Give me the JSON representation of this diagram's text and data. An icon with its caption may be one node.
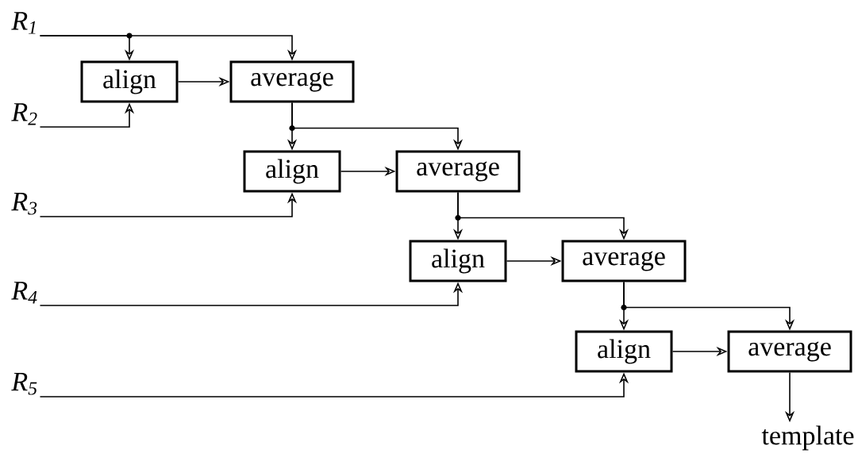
{
  "diagram": {
    "nodes": [
      {
        "text": [
          "R$_{1}$"
        ]
      },
      {
        "text": [
          "align"
        ]
      },
      {
        "text": [
          "average"
        ]
      },
      {
        "text": [
          "R$_{2}$"
        ]
      },
      {
        "text": [
          "align"
        ]
      },
      {
        "text": [
          "average"
        ]
      },
      {
        "text": [
          "R$_{3}$"
        ]
      },
      {
        "text": [
          "align"
        ]
      },
      {
        "text": [
          "average"
        ]
      },
      {
        "text": [
          "R$_{4}$"
        ]
      },
      {
        "text": [
          "align"
        ]
      },
      {
        "text": [
          "average"
        ]
      },
      {
        "text": [
          "R$_{5}$"
        ]
      },
      {
        "text": [
          "template"
        ]
      }
    ],
    "edges": [
      {
        "from": 0,
        "to": 1,
        "arrow": "to"
      },
      {
        "from": 0,
        "to": 2,
        "arrow": "to"
      },
      {
        "from": 3,
        "to": 1,
        "arrow": "to"
      },
      {
        "from": 1,
        "to": 2,
        "arrow": "to"
      },
      {
        "from": 2,
        "to": 4,
        "arrow": "to"
      },
      {
        "from": 2,
        "to": 5,
        "arrow": "to"
      },
      {
        "from": 6,
        "to": 4,
        "arrow": "to"
      },
      {
        "from": 4,
        "to": 5,
        "arrow": "to"
      },
      {
        "from": 5,
        "to": 7,
        "arrow": "to"
      },
      {
        "from": 5,
        "to": 8,
        "arrow": "to"
      },
      {
        "from": 9,
        "to": 7,
        "arrow": "to"
      },
      {
        "from": 7,
        "to": 8,
        "arrow": "to"
      },
      {
        "from": 8,
        "to": 10,
        "arrow": "to"
      },
      {
        "from": 8,
        "to": 11,
        "arrow": "to"
      },
      {
        "from": 12,
        "to": 10,
        "arrow": "to"
      },
      {
        "from": 10,
        "to": 11,
        "arrow": "to"
      },
      {
        "from": 11,
        "to": 13,
        "arrow": "to"
      }
    ]
  }
}
